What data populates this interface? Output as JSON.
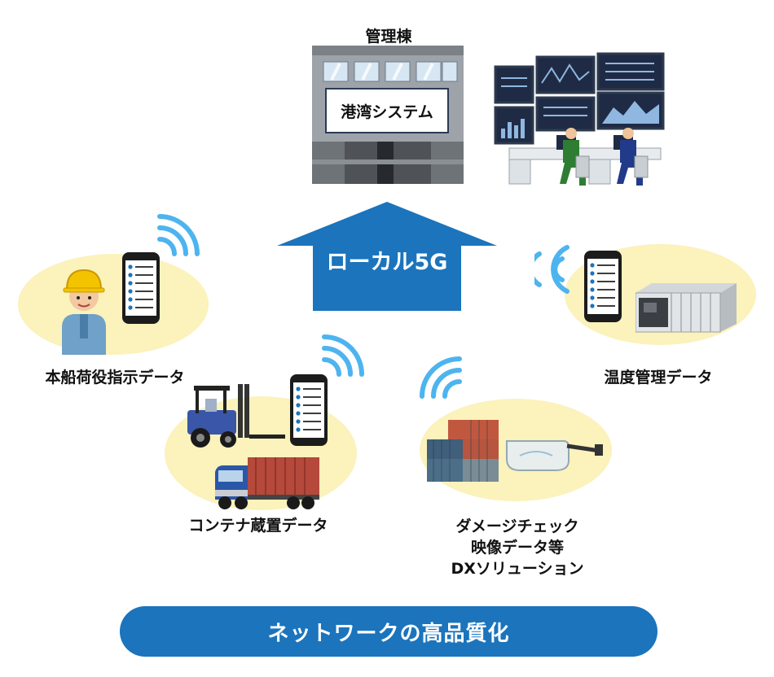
{
  "building": {
    "title": "管理棟",
    "sign": "港湾システム"
  },
  "arrow_label": "ローカル5G",
  "nodes": {
    "left": "本船荷役指示データ",
    "center": "コンテナ蔵置データ",
    "right_bottom": [
      "ダメージチェック",
      "映像データ等",
      "DXソリューション"
    ],
    "right_top": "温度管理データ"
  },
  "footer": "ネットワークの高品質化",
  "colors": {
    "accent": "#1b74bc",
    "ellipse": "#fbf2bc",
    "wifi": "#4db4ef"
  },
  "icons": [
    "building-icon",
    "control-room-icon",
    "worker-icon",
    "smartphone-icon",
    "forklift-icon",
    "truck-icon",
    "container-stack-icon",
    "smart-glasses-icon",
    "reefer-container-icon",
    "wifi-icon"
  ]
}
